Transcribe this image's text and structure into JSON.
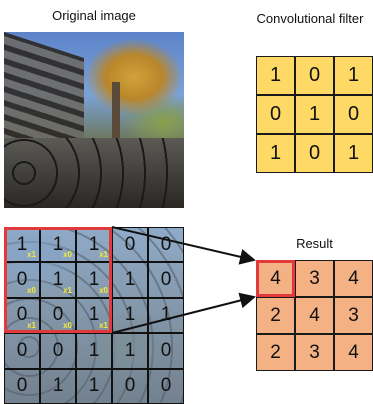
{
  "labels": {
    "original": "Original image",
    "filter": "Convolutional filter",
    "result": "Result"
  },
  "filter_values": [
    [
      "1",
      "0",
      "1"
    ],
    [
      "0",
      "1",
      "0"
    ],
    [
      "1",
      "0",
      "1"
    ]
  ],
  "input_values": [
    [
      "1",
      "1",
      "1",
      "0",
      "0"
    ],
    [
      "0",
      "1",
      "1",
      "1",
      "0"
    ],
    [
      "0",
      "0",
      "1",
      "1",
      "1"
    ],
    [
      "0",
      "0",
      "1",
      "1",
      "0"
    ],
    [
      "0",
      "1",
      "1",
      "0",
      "0"
    ]
  ],
  "input_weights": [
    [
      "x1",
      "x0",
      "x1"
    ],
    [
      "x0",
      "x1",
      "x0"
    ],
    [
      "x1",
      "x0",
      "x1"
    ]
  ],
  "result_values": [
    [
      "4",
      "3",
      "4"
    ],
    [
      "2",
      "4",
      "3"
    ],
    [
      "2",
      "3",
      "4"
    ]
  ],
  "colors": {
    "filter_fill": "#ffd966",
    "result_fill": "#f4b183",
    "highlight": "#e23a3a",
    "weight_text": "#f3ea3a"
  }
}
